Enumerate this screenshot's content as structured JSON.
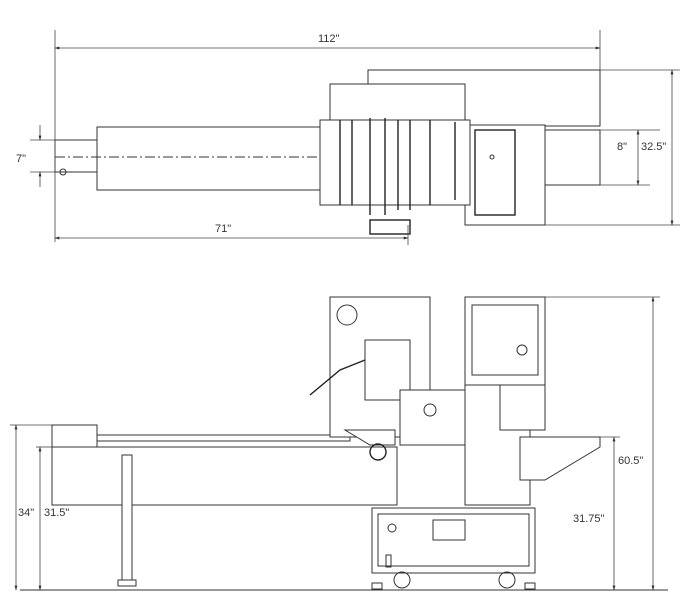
{
  "top_view": {
    "overall_length": "112\"",
    "infeed_width": "7\"",
    "infeed_length": "71\"",
    "outfeed_width": "8\"",
    "overall_width": "32.5\""
  },
  "side_view": {
    "infeed_height": "34\"",
    "conveyor_height": "31.5\"",
    "overall_height": "60.5\"",
    "outfeed_height": "31.75\""
  }
}
